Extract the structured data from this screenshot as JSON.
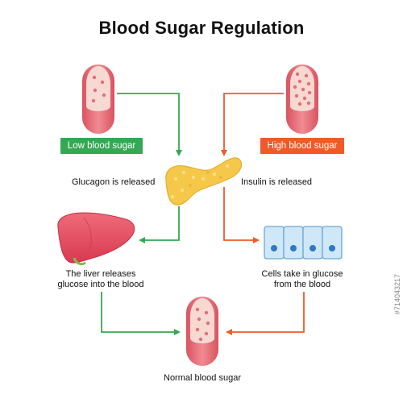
{
  "title": "Blood Sugar Regulation",
  "low_badge": "Low blood sugar",
  "high_badge": "High blood sugar",
  "glucagon": "Glucagon is released",
  "insulin": "Insulin is released",
  "liver_line1": "The liver releases",
  "liver_line2": "glucose into the blood",
  "cells_line1": "Cells take in glucose",
  "cells_line2": "from the blood",
  "normal": "Normal blood sugar",
  "stock_id": "#714043217",
  "colors": {
    "green": "#34a853",
    "orange": "#f05a28",
    "vessel": "#e8707a",
    "pancreas": "#f6c84a",
    "liver": "#e34a5d",
    "cell": "#cfe7f7"
  }
}
